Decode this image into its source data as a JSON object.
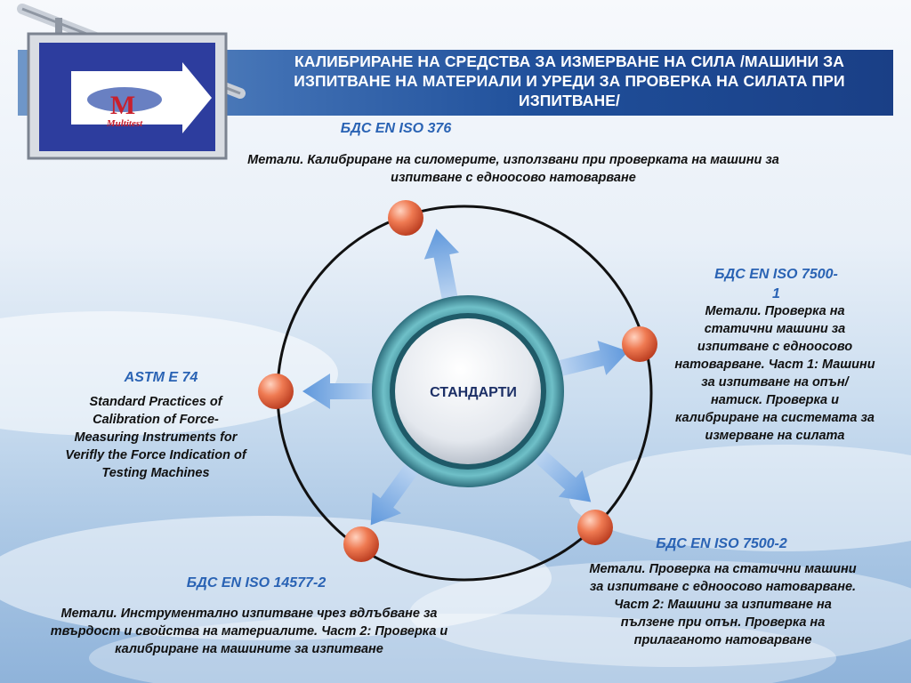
{
  "title": "КАЛИБРИРАНЕ НА СРЕДСТВА ЗА ИЗМЕРВАНЕ НА СИЛА /МАШИНИ ЗА ИЗПИТВАНЕ НА МАТЕРИАЛИ И УРЕДИ ЗА ПРОВЕРКА НА СИЛАТА ПРИ ИЗПИТВАНЕ/",
  "logo": {
    "text": "Multitest"
  },
  "center": {
    "label": "СТАНДАРТИ"
  },
  "standards": {
    "iso376": {
      "code": "БДС EN ISO 376",
      "desc": "Метали. Калибриране на силомерите, използвани при проверката на машини за изпитване с едноосово натоварване"
    },
    "iso7500_1": {
      "code": "БДС EN ISO 7500-1",
      "desc": "Метали. Проверка на статични машини за изпитване с едноосово натоварване. Част 1: Машини за изпитване на опън/ натиск. Проверка и калибриране на системата за измерване на силата"
    },
    "iso7500_2": {
      "code": "БДС EN ISO 7500-2",
      "desc": "Метали. Проверка на статични машини за изпитване с едноосово натоварване. Част 2: Машини за изпитване на пълзене при опън. Проверка на прилаганото натоварване"
    },
    "iso14577_2": {
      "code": "БДС EN ISO 14577-2",
      "desc": "Метали. Инструментално изпитване чрез вдлъбване за твърдост и свойства на материалите. Част 2: Проверка и калибриране на машините за изпитване"
    },
    "astm_e74": {
      "code": "ASTM E 74",
      "desc": "Standard Practices of Calibration of Force-Measuring Instruments for Verifly the Force Indication of Testing Machines"
    }
  },
  "colors": {
    "header_band": "#1f4f9a",
    "heading_text": "#2a63b4",
    "node_orange": "#e8673f",
    "ring_teal": "#3d8f9c",
    "arrow_blue": "#8fb8e6"
  }
}
